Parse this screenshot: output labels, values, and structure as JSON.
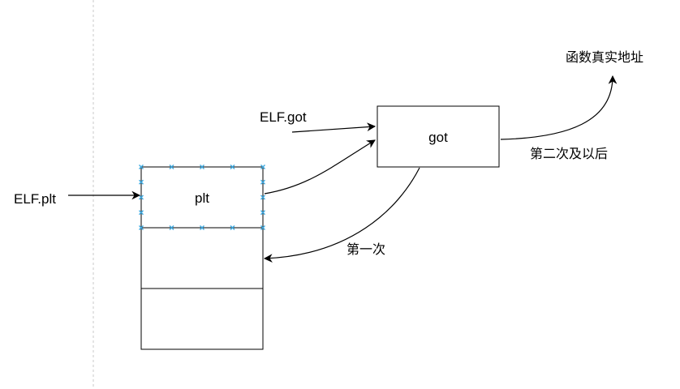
{
  "diagram": {
    "nodes": {
      "got": {
        "label": "got"
      },
      "plt": {
        "label": "plt"
      },
      "plt_slot_2": {
        "label": ""
      },
      "plt_slot_3": {
        "label": ""
      }
    },
    "labels": {
      "elf_plt": "ELF.plt",
      "elf_got": "ELF.got",
      "real_address": "函数真实地址",
      "second_time_onward": "第二次及以后",
      "first_time": "第一次"
    },
    "edges": [
      {
        "from": "ELF.plt",
        "to": "plt"
      },
      {
        "from": "ELF.got",
        "to": "got"
      },
      {
        "from": "plt",
        "to": "got"
      },
      {
        "from": "got",
        "to": "函数真实地址",
        "label": "第二次及以后"
      },
      {
        "from": "got",
        "to": "plt_slot_2",
        "label": "第一次"
      }
    ]
  },
  "colors": {
    "stroke": "#000000",
    "selection_handle": "#3fa9e0",
    "guide": "#c8c8c8",
    "background": "#ffffff"
  }
}
